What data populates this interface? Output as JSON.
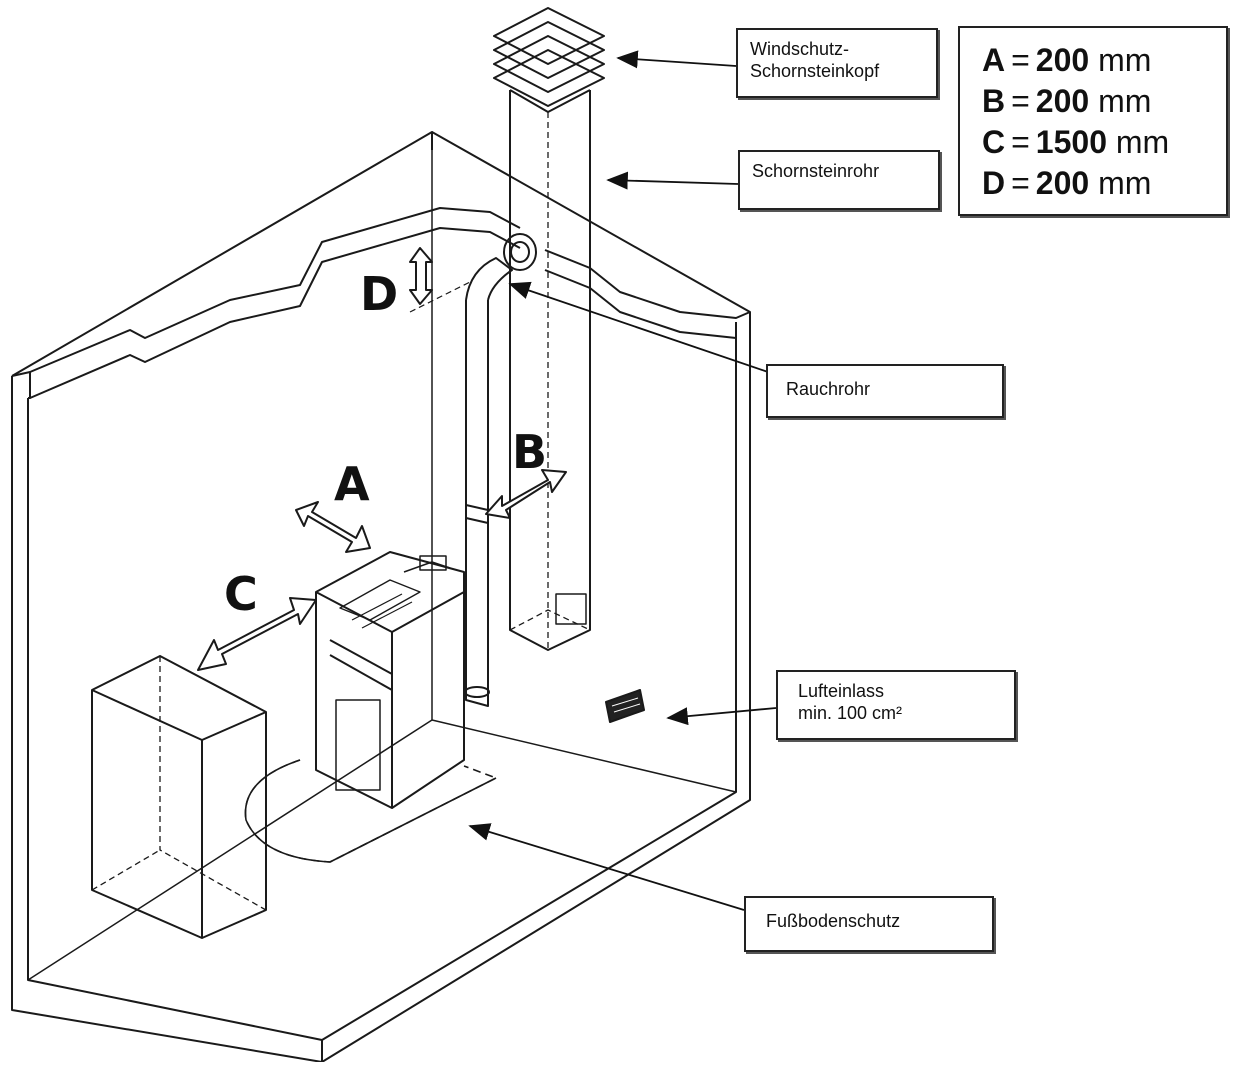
{
  "callouts": {
    "windschutz": {
      "line1": "Windschutz-",
      "line2": "Schornsteinkopf"
    },
    "schornsteinrohr": {
      "label": "Schornsteinrohr"
    },
    "rauchrohr": {
      "label": "Rauchrohr"
    },
    "lufteinlass": {
      "line1": "Lufteinlass",
      "line2": "min. 100 cm²"
    },
    "fussbodenschutz": {
      "label": "Fußbodenschutz"
    }
  },
  "dimension_letters": {
    "a": "A",
    "b": "B",
    "c": "C",
    "d": "D"
  },
  "legend": [
    {
      "key": "A",
      "eq": "=",
      "value": "200",
      "unit": "mm"
    },
    {
      "key": "B",
      "eq": "=",
      "value": "200",
      "unit": "mm"
    },
    {
      "key": "C",
      "eq": "=",
      "value": "1500",
      "unit": "mm"
    },
    {
      "key": "D",
      "eq": "=",
      "value": "200",
      "unit": "mm"
    }
  ],
  "colors": {
    "line": "#1a1a1a",
    "background": "#ffffff",
    "vent": "#222222"
  },
  "icons": {
    "arrow": "double-arrow-icon",
    "pointer": "arrow-pointer-icon"
  }
}
